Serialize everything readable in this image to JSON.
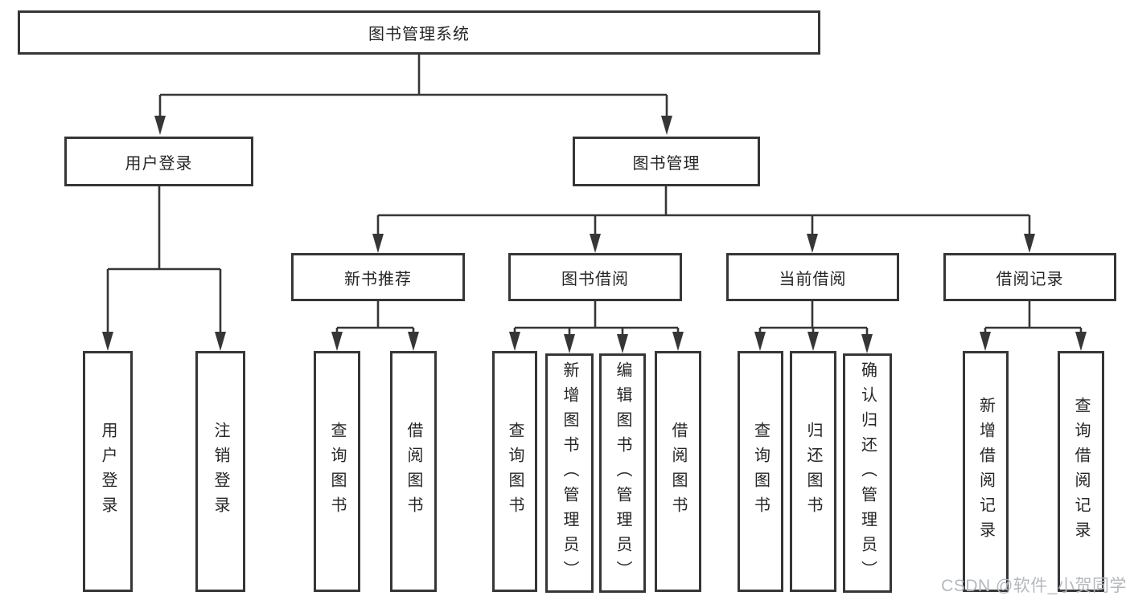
{
  "diagram": {
    "tree": {
      "label": "图书管理系统",
      "children": [
        {
          "label": "用户登录",
          "children": [
            {
              "label": "用户登录"
            },
            {
              "label": "注销登录"
            }
          ]
        },
        {
          "label": "图书管理",
          "children": [
            {
              "label": "新书推荐",
              "children": [
                {
                  "label": "查询图书"
                },
                {
                  "label": "借阅图书"
                }
              ]
            },
            {
              "label": "图书借阅",
              "children": [
                {
                  "label": "查询图书"
                },
                {
                  "label": "新增图书（管理员）"
                },
                {
                  "label": "编辑图书（管理员）"
                },
                {
                  "label": "借阅图书"
                }
              ]
            },
            {
              "label": "当前借阅",
              "children": [
                {
                  "label": "查询图书"
                },
                {
                  "label": "归还图书"
                },
                {
                  "label": "确认归还（管理员）"
                }
              ]
            },
            {
              "label": "借阅记录",
              "children": [
                {
                  "label": "新增借阅记录"
                },
                {
                  "label": "查询借阅记录"
                }
              ]
            }
          ]
        }
      ]
    }
  },
  "watermark": "CSDN @软件_小贺同学",
  "colors": {
    "line": "#363636",
    "text": "#262626",
    "background": "#ffffff",
    "watermark": "#b4b8be"
  }
}
